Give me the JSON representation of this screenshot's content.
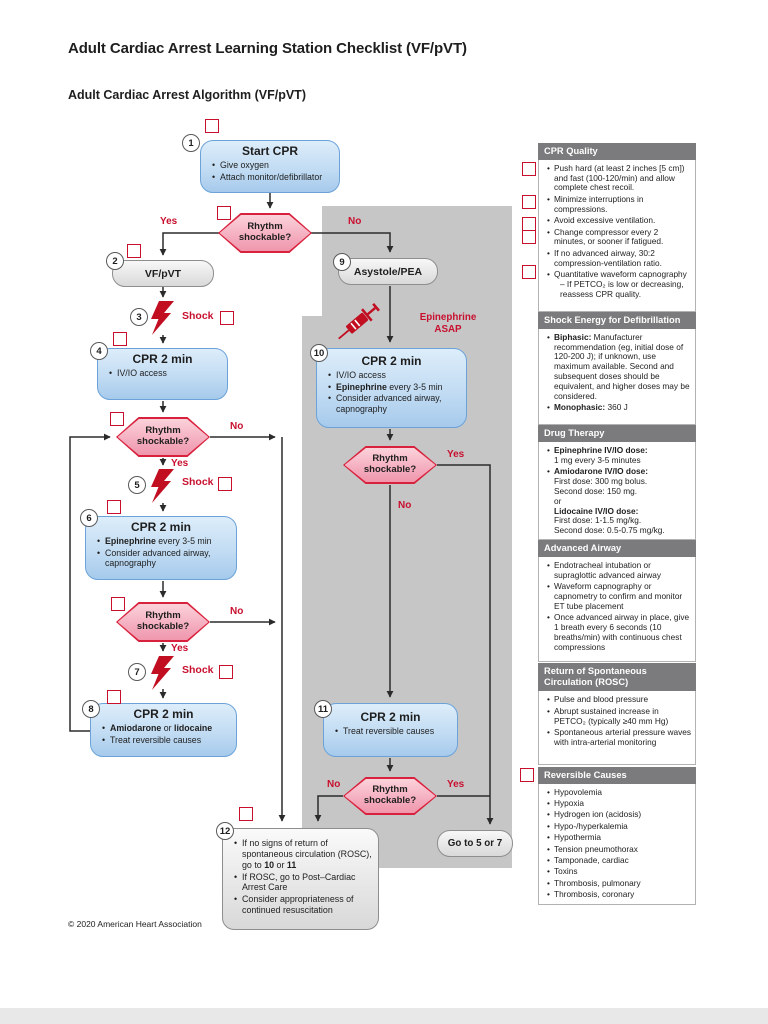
{
  "page": {
    "title": "Adult Cardiac Arrest Learning Station Checklist (VF/pVT)",
    "subtitle": "Adult Cardiac Arrest Algorithm (VF/pVT)",
    "copyright": "© 2020 American Heart Association"
  },
  "flow": {
    "yes": "Yes",
    "no": "No",
    "shock": "Shock",
    "q": "Rhythm shockable?",
    "n1": "1",
    "n2": "2",
    "n3": "3",
    "n4": "4",
    "n5": "5",
    "n6": "6",
    "n7": "7",
    "n8": "8",
    "n9": "9",
    "n10": "10",
    "n11": "11",
    "n12": "12",
    "start": {
      "title": "Start CPR",
      "b1": "Give oxygen",
      "b2": "Attach monitor/defibrillator"
    },
    "vfpvt": "VF/pVT",
    "asystole": "Asystole/PEA",
    "epi": {
      "l1": "Epinephrine",
      "l2": "ASAP"
    },
    "box4": {
      "title": "CPR 2 min",
      "b1": "IV/IO access"
    },
    "box6": {
      "title": "CPR 2 min",
      "b1b": "Epinephrine",
      "b1": " every 3-5 min",
      "b2": "Consider advanced airway, capnography"
    },
    "box8": {
      "title": "CPR 2 min",
      "b1b": "Amiodarone",
      "b1m": " or ",
      "b1b2": "lidocaine",
      "b2": "Treat reversible causes"
    },
    "box10": {
      "title": "CPR 2 min",
      "b1": "IV/IO access",
      "b2b": "Epinephrine",
      "b2": " every 3-5 min",
      "b3": "Consider advanced airway, capnography"
    },
    "box11": {
      "title": "CPR 2 min",
      "b1": "Treat reversible causes"
    },
    "goto": "Go to 5 or 7",
    "box12": {
      "b1a": "If no signs of return of spontaneous circulation (ROSC), go to ",
      "b1b": "10",
      "b1c": " or ",
      "b1d": "11",
      "b2": "If ROSC, go to Post–Cardiac Arrest Care",
      "b3": "Consider appropriateness of continued resuscitation"
    }
  },
  "sidebar": {
    "sections": [
      {
        "title": "CPR Quality",
        "items": [
          {
            "text": "Push hard (at least 2 inches [5 cm]) and fast (100-120/min) and allow complete chest recoil."
          },
          {
            "text": "Minimize interruptions in compressions."
          },
          {
            "text": "Avoid excessive ventilation."
          },
          {
            "text": "Change compressor every 2 minutes, or sooner if fatigued."
          },
          {
            "text": "If no advanced airway, 30:2 compression-ventilation ratio."
          },
          {
            "text": "Quantitative waveform capnography",
            "sub": "– If PETCO₂ is low or decreasing, reassess CPR quality."
          }
        ]
      },
      {
        "title": "Shock Energy for Defibrillation",
        "items": [
          {
            "lead": "Biphasic:",
            "text": " Manufacturer recommendation (eg, initial dose of 120-200 J); if unknown, use maximum available. Second and subsequent doses should be equivalent, and higher doses may be considered."
          },
          {
            "lead": "Monophasic:",
            "text": " 360 J"
          }
        ]
      },
      {
        "title": "Drug Therapy",
        "epi": {
          "lead": "Epinephrine IV/IO dose:",
          "l1": "1 mg every 3-5 minutes"
        },
        "amio": {
          "lead": "Amiodarone IV/IO dose:",
          "l1": "First dose: 300 mg bolus.",
          "l2": "Second dose: 150 mg.",
          "or": "or",
          "lead2": "Lidocaine IV/IO dose:",
          "l3": "First dose: 1-1.5 mg/kg.",
          "l4": "Second dose: 0.5-0.75 mg/kg."
        }
      },
      {
        "title": "Advanced Airway",
        "items": [
          {
            "text": "Endotracheal intubation or supraglottic advanced airway"
          },
          {
            "text": "Waveform capnography or capnometry to confirm and monitor ET tube placement"
          },
          {
            "text": "Once advanced airway in place, give 1 breath every 6 seconds (10 breaths/min) with continuous chest compressions"
          }
        ]
      },
      {
        "title": "Return of Spontaneous Circulation (ROSC)",
        "items": [
          {
            "text": "Pulse and blood pressure"
          },
          {
            "text": "Abrupt sustained increase in PETCO₂ (typically ≥40 mm Hg)"
          },
          {
            "text": "Spontaneous arterial pressure waves with intra-arterial monitoring"
          }
        ]
      },
      {
        "title": "Reversible Causes",
        "items": [
          {
            "text": "Hypovolemia"
          },
          {
            "text": "Hypoxia"
          },
          {
            "text": "Hydrogen ion (acidosis)"
          },
          {
            "text": "Hypo-/hyperkalemia"
          },
          {
            "text": "Hypothermia"
          },
          {
            "text": "Tension pneumothorax"
          },
          {
            "text": "Tamponade, cardiac"
          },
          {
            "text": "Toxins"
          },
          {
            "text": "Thrombosis, pulmonary"
          },
          {
            "text": "Thrombosis, coronary"
          }
        ]
      }
    ]
  }
}
